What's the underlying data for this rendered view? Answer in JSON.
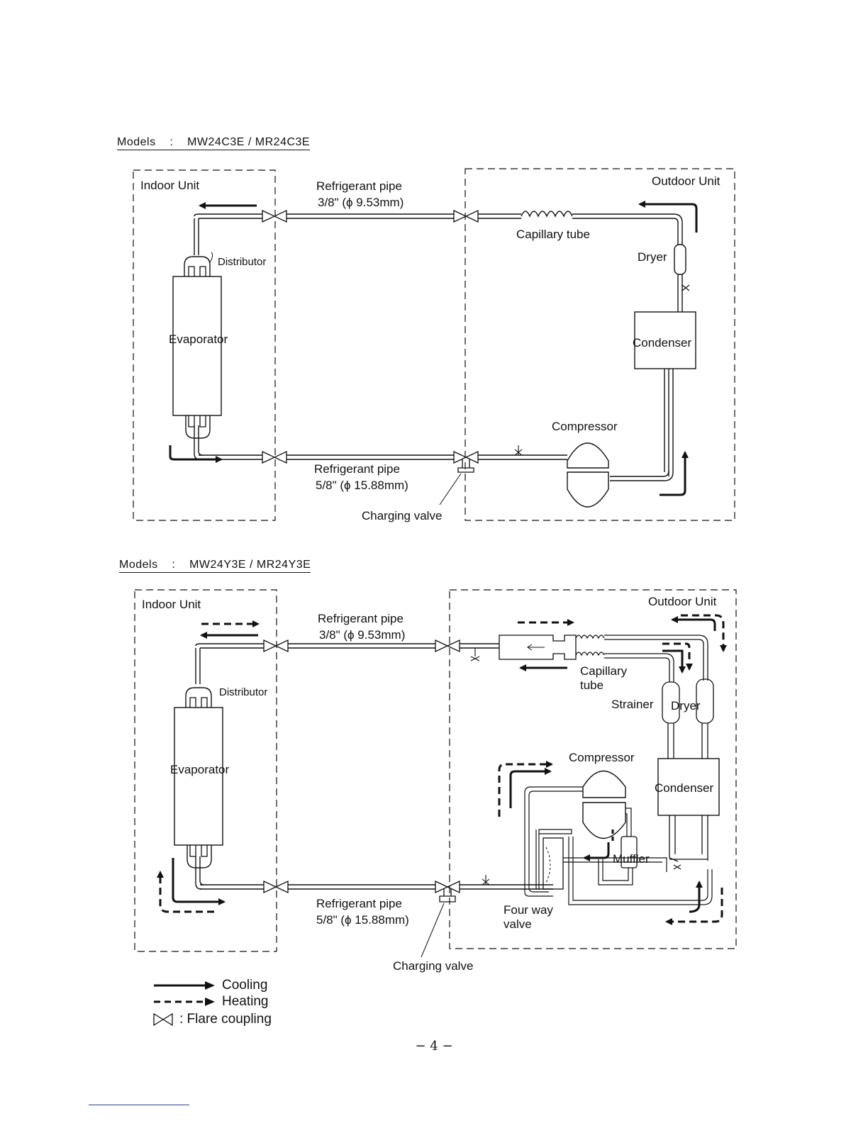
{
  "diagram1": {
    "model_label": "Models",
    "model_sep": ":",
    "model_value": "MW24C3E / MR24C3E",
    "indoor_unit": "Indoor Unit",
    "outdoor_unit": "Outdoor Unit",
    "pipe_top_label": "Refrigerant pipe",
    "pipe_top_size": "3/8\" (ϕ 9.53mm)",
    "pipe_bottom_label": "Refrigerant pipe",
    "pipe_bottom_size": "5/8\" (ϕ 15.88mm)",
    "capillary": "Capillary tube",
    "dryer": "Dryer",
    "condenser": "Condenser",
    "compressor": "Compressor",
    "distributor": "Distributor",
    "evaporator": "Evaporator",
    "charging_valve": "Charging valve"
  },
  "diagram2": {
    "model_label": "Models",
    "model_sep": ":",
    "model_value": "MW24Y3E / MR24Y3E",
    "indoor_unit": "Indoor Unit",
    "outdoor_unit": "Outdoor Unit",
    "pipe_top_label": "Refrigerant pipe",
    "pipe_top_size": "3/8\" (ϕ 9.53mm)",
    "pipe_bottom_label": "Refrigerant pipe",
    "pipe_bottom_size": "5/8\" (ϕ 15.88mm)",
    "capillary_1": "Capillary",
    "capillary_2": "tube",
    "strainer": "Strainer",
    "dryer": "Dryer",
    "condenser": "Condenser",
    "compressor": "Compressor",
    "muffler": "Muffler",
    "four_way_1": "Four way",
    "four_way_2": "valve",
    "distributor": "Distributor",
    "evaporator": "Evaporator",
    "charging_valve": "Charging valve"
  },
  "legend": {
    "cooling": "Cooling",
    "heating": "Heating",
    "flare": ": Flare coupling"
  },
  "page_number": "− 4 −"
}
